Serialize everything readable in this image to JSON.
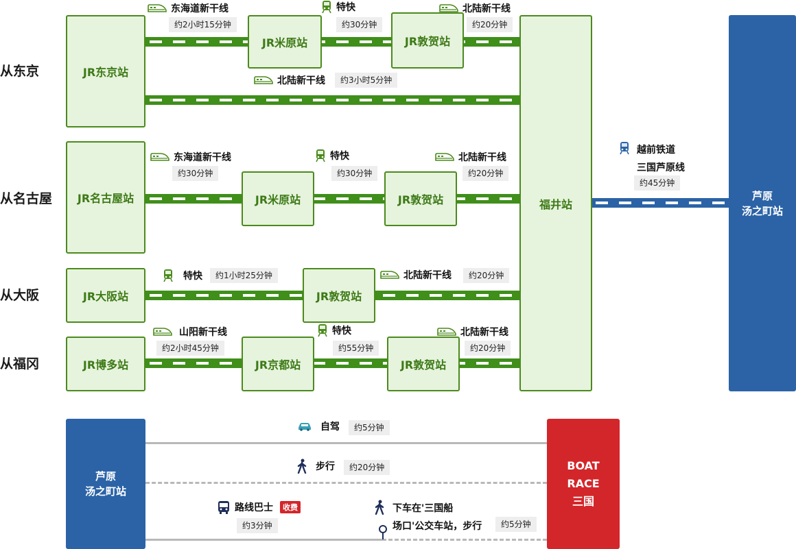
{
  "origins": {
    "tokyo": "从东京",
    "nagoya": "从名古屋",
    "osaka": "从大阪",
    "fukuoka": "从福冈"
  },
  "stations": {
    "tokyo": "JR东京站",
    "maibara": "JR米原站",
    "tsuruga": "JR敦贺站",
    "fukui": "福井站",
    "nagoya": "JR名古屋站",
    "osaka": "JR大阪站",
    "hakata": "JR博多站",
    "kyoto": "JR京都站",
    "awara_line1": "芦原",
    "awara_line2": "汤之町站",
    "boat_line1": "BOAT",
    "boat_line2": "RACE",
    "boat_line3": "三国"
  },
  "routes": {
    "tokaido": "东海道新干线",
    "limited_express": "特快",
    "hokuriku": "北陆新干线",
    "sanyo": "山阳新干线",
    "echizen_line1": "越前铁道",
    "echizen_line2": "三国芦原线"
  },
  "times": {
    "tokyo_maibara": "约2小时15分钟",
    "tokyo_maibara_tsuruga": "约30分钟",
    "tokyo_tsuruga_fukui": "约20分钟",
    "tokyo_direct": "约3小时5分钟",
    "nagoya_maibara": "约30分钟",
    "nagoya_maibara_tsuruga": "约30分钟",
    "nagoya_tsuruga_fukui": "约20分钟",
    "osaka_tsuruga": "约1小时25分钟",
    "osaka_tsuruga_fukui": "约20分钟",
    "hakata_kyoto": "约2小时45分钟",
    "kyoto_tsuruga": "约55分钟",
    "hakata_tsuruga_fukui": "约20分钟",
    "fukui_awara": "约45分钟"
  },
  "access": {
    "drive_label": "自驾",
    "drive_time": "约5分钟",
    "walk_label": "步行",
    "walk_time": "约20分钟",
    "bus_label": "路线巴士",
    "bus_badge": "收费",
    "bus_time": "约3分钟",
    "stop_line1": "下车在'三国船",
    "stop_line2": "场口'公交车站，步行",
    "stop_walk_time": "约5分钟"
  },
  "colors": {
    "green_track": "#3f8f1a",
    "green_station_bg": "#e6f3dd",
    "blue": "#2b63a6",
    "red": "#d3262a"
  },
  "icons": {
    "shinkansen": "shinkansen-icon",
    "express_train": "train-icon",
    "local_train": "tram-icon",
    "car": "car-icon",
    "walk": "walking-person-icon",
    "bus": "bus-icon",
    "bus_stop": "bus-stop-icon"
  }
}
